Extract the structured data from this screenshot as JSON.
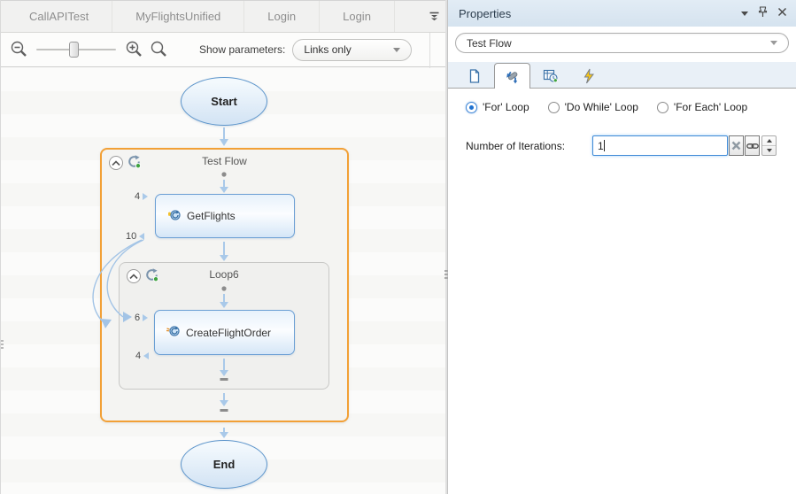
{
  "document_tabs": {
    "items": [
      "CallAPITest",
      "MyFlightsUnified",
      "Login",
      "Login"
    ]
  },
  "toolbar": {
    "show_parameters_label": "Show parameters:",
    "parameters_value": "Links only"
  },
  "flow": {
    "start_label": "Start",
    "end_label": "End",
    "test_flow_label": "Test Flow",
    "loop_label": "Loop6",
    "step1_label": "GetFlights",
    "step2_label": "CreateFlightOrder",
    "ports": {
      "step1_in": "4",
      "step1_out": "10",
      "step2_in": "6",
      "step2_out": "4"
    }
  },
  "properties": {
    "title": "Properties",
    "target_selector_value": "Test Flow",
    "loop_types": {
      "for_label": "'For' Loop",
      "do_while_label": "'Do While' Loop",
      "for_each_label": "'For Each' Loop",
      "selected": "'For' Loop"
    },
    "iterations_label": "Number of Iterations:",
    "iterations_value": "1"
  },
  "icons": {
    "zoom_out": "magnifier-minus",
    "zoom_in": "magnifier-plus",
    "search": "magnifier",
    "loop": "circular-arrow-green-dot",
    "collapse": "chevron-up-circle",
    "props_tabs": [
      "general-document",
      "step-loop-properties",
      "checkpoints-grid-clock",
      "events-lightning"
    ],
    "iteration_buttons": [
      "clear-x",
      "link-chain",
      "spin-up-down"
    ]
  },
  "colors": {
    "accent_orange": "#F2A036",
    "node_border_blue": "#6B9FD4",
    "arrow_blue": "#A9C9E9",
    "radio_selected_blue": "#1F72D0",
    "panel_header_bg": "#DCE8F3",
    "tab_strip_bg": "#E9F0F7"
  }
}
